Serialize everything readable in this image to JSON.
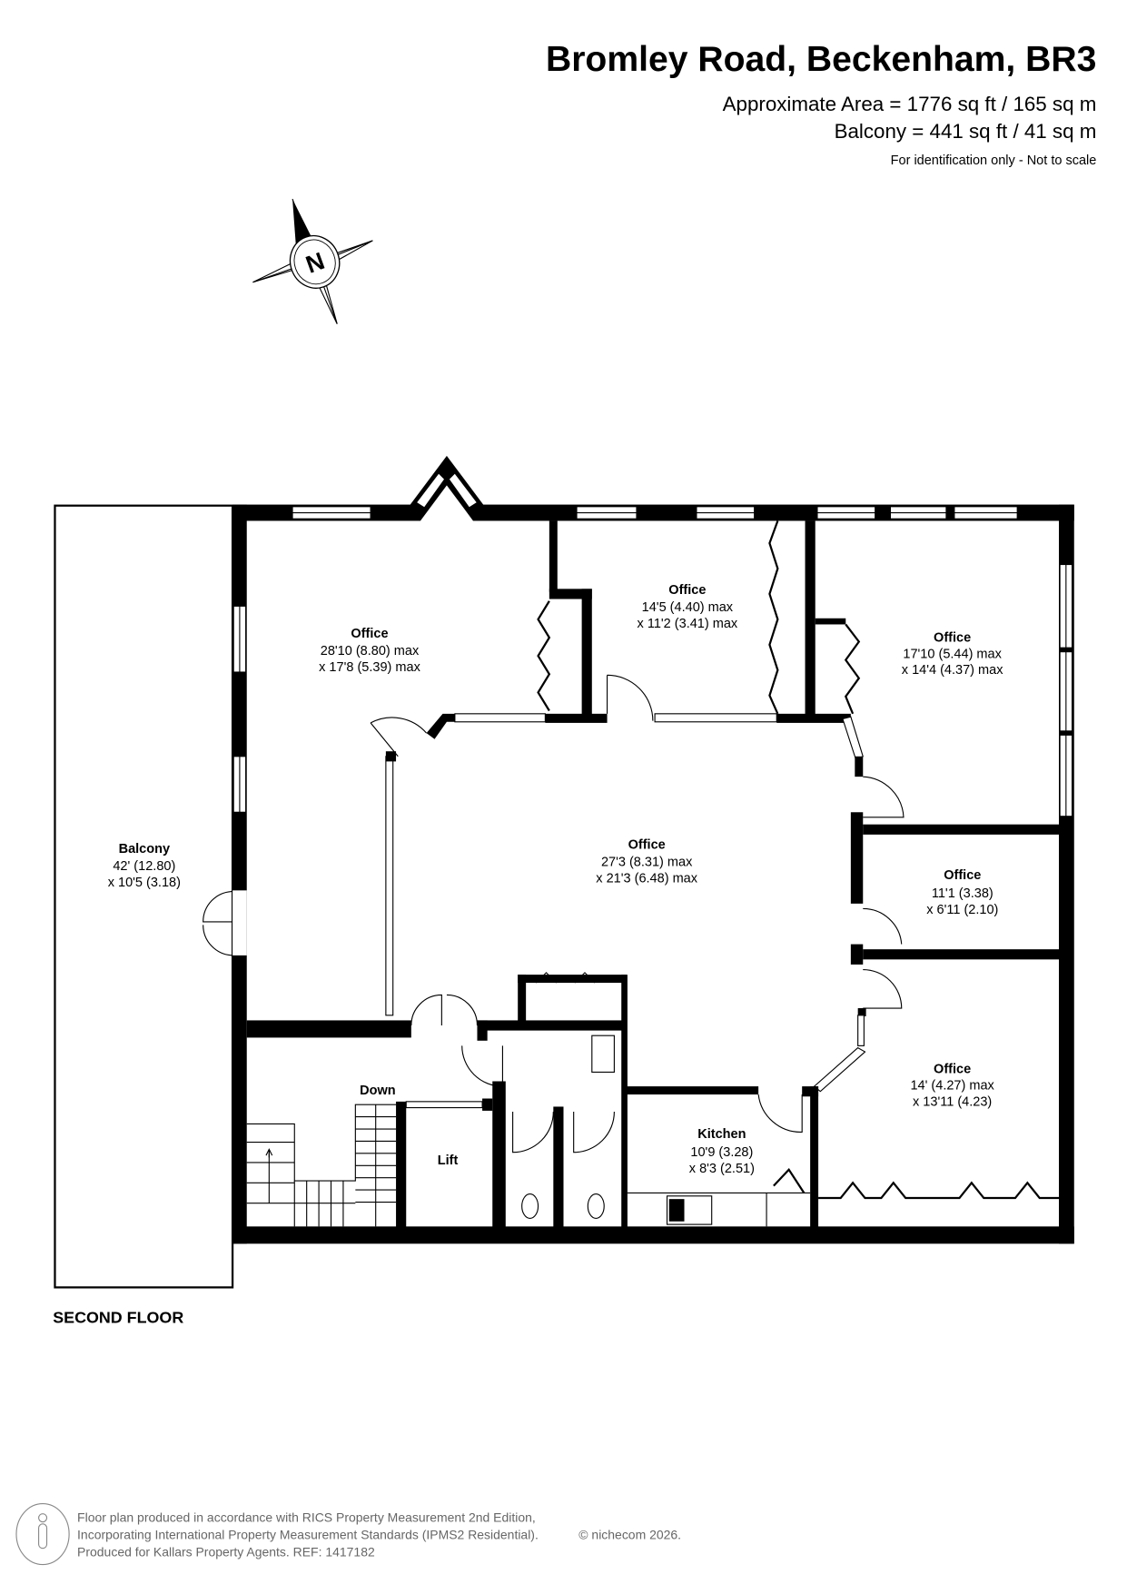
{
  "header": {
    "title": "Bromley Road, Beckenham, BR3",
    "area": "Approximate Area = 1776 sq ft / 165 sq m",
    "balcony_area": "Balcony = 441 sq ft / 41 sq m",
    "disclaimer": "For identification only - Not to scale"
  },
  "compass": {
    "label": "N"
  },
  "rooms": {
    "office_nw": {
      "name": "Office",
      "dim1": "28'10 (8.80) max",
      "dim2": "x 17'8 (5.39) max"
    },
    "office_n": {
      "name": "Office",
      "dim1": "14'5 (4.40) max",
      "dim2": "x 11'2 (3.41) max"
    },
    "office_ne": {
      "name": "Office",
      "dim1": "17'10 (5.44) max",
      "dim2": "x 14'4 (4.37) max"
    },
    "office_c": {
      "name": "Office",
      "dim1": "27'3 (8.31) max",
      "dim2": "x 21'3 (6.48) max"
    },
    "office_e": {
      "name": "Office",
      "dim1": "11'1 (3.38)",
      "dim2": "x 6'11 (2.10)"
    },
    "office_se": {
      "name": "Office",
      "dim1": "14' (4.27) max",
      "dim2": "x 13'11 (4.23)"
    },
    "kitchen": {
      "name": "Kitchen",
      "dim1": "10'9 (3.28)",
      "dim2": "x 8'3 (2.51)"
    },
    "balcony": {
      "name": "Balcony",
      "dim1": "42' (12.80)",
      "dim2": "x 10'5 (3.18)"
    },
    "lift": {
      "name": "Lift"
    },
    "stairs": {
      "name": "Down"
    }
  },
  "floor_label": "SECOND FLOOR",
  "footer": {
    "line1": "Floor plan produced in accordance with RICS Property Measurement 2nd Edition,",
    "line2": "Incorporating International Property Measurement Standards (IPMS2 Residential).",
    "copyright": "© nichecom 2026.",
    "line3": "Produced for Kallars Property Agents.   REF: 1417182"
  }
}
